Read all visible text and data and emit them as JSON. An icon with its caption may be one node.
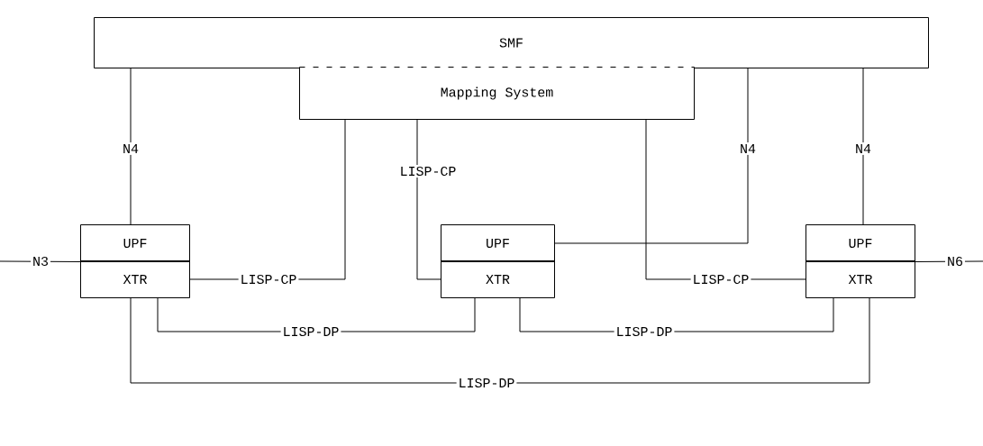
{
  "diagram": {
    "nodes": [
      {
        "text": [
          "SMF"
        ]
      },
      {
        "text": [
          "Mapping System"
        ]
      },
      {
        "text": [
          "UPF"
        ]
      },
      {
        "text": [
          "XTR"
        ]
      },
      {
        "text": [
          "UPF"
        ]
      },
      {
        "text": [
          "XTR"
        ]
      },
      {
        "text": [
          "UPF"
        ]
      },
      {
        "text": [
          "XTR"
        ]
      }
    ],
    "edges": [
      {
        "from": 0,
        "to": 2,
        "arrow": "none",
        "label": "N4"
      },
      {
        "from": 0,
        "to": 4,
        "arrow": "none",
        "label": "N4"
      },
      {
        "from": 0,
        "to": 6,
        "arrow": "none",
        "label": "N4"
      },
      {
        "from": 1,
        "to": 3,
        "arrow": "none",
        "label": "LISP-CP"
      },
      {
        "from": 1,
        "to": 5,
        "arrow": "none",
        "label": "LISP-CP"
      },
      {
        "from": 1,
        "to": 7,
        "arrow": "none",
        "label": "LISP-CP"
      },
      {
        "from": 3,
        "to": 5,
        "arrow": "none",
        "label": "LISP-DP"
      },
      {
        "from": 5,
        "to": 7,
        "arrow": "none",
        "label": "LISP-DP"
      },
      {
        "from": 3,
        "to": 7,
        "arrow": "none",
        "label": "LISP-DP"
      },
      {
        "from": null,
        "to": 2,
        "arrow": "none",
        "label": "N3"
      },
      {
        "from": 6,
        "to": null,
        "arrow": "none",
        "label": "N6"
      }
    ]
  }
}
